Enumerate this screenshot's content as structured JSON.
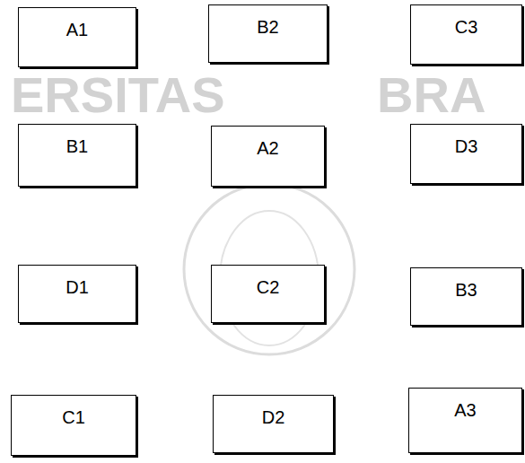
{
  "diagram": {
    "nodes": [
      {
        "text": [
          "A1"
        ]
      },
      {
        "text": [
          "B2"
        ]
      },
      {
        "text": [
          "C3"
        ]
      },
      {
        "text": [
          "B1"
        ]
      },
      {
        "text": [
          "A2"
        ]
      },
      {
        "text": [
          "D3"
        ]
      },
      {
        "text": [
          "D1"
        ]
      },
      {
        "text": [
          "C2"
        ]
      },
      {
        "text": [
          "B3"
        ]
      },
      {
        "text": [
          "C1"
        ]
      },
      {
        "text": [
          "D2"
        ]
      },
      {
        "text": [
          "A3"
        ]
      }
    ],
    "labels": [
      "ERSITAS",
      "BRA"
    ]
  }
}
